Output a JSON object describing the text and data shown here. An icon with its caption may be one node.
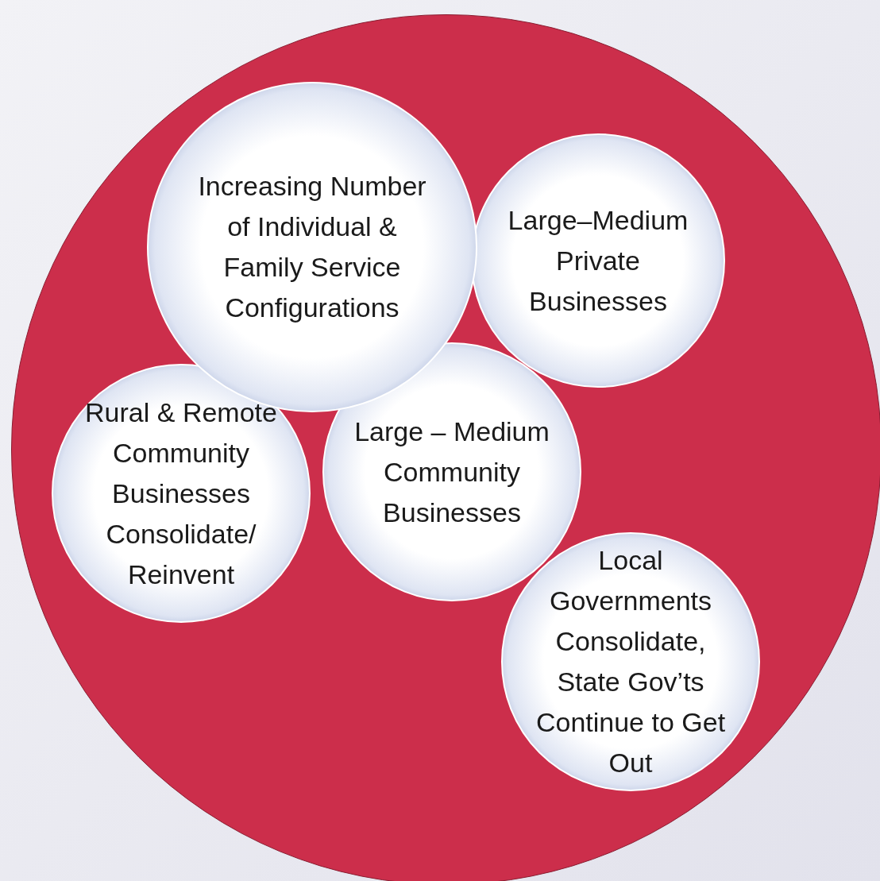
{
  "diagram": {
    "nodes": [
      {
        "text": [],
        "shape": "circle"
      },
      {
        "text": [
          "Increasing Number of Individual & Family Service Configurations"
        ],
        "in": 0
      },
      {
        "text": [
          "Large–Medium Private Businesses"
        ],
        "in": 0
      },
      {
        "text": [
          "Rural & Remote Community Businesses Consolidate/ Reinvent"
        ],
        "in": 0
      },
      {
        "text": [
          "Large – Medium Community Businesses"
        ],
        "in": 0
      },
      {
        "text": [
          "Local Governments Consolidate, State Gov’ts Continue to Get Out"
        ],
        "in": 0
      }
    ]
  }
}
